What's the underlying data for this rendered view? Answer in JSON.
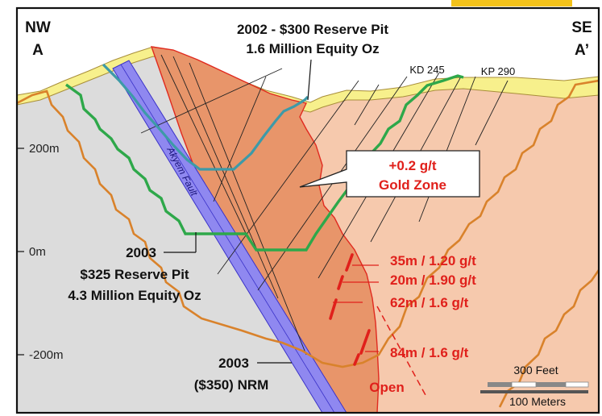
{
  "corners": {
    "nw_dir": "NW",
    "nw_label": "A",
    "se_dir": "SE",
    "se_label": "A’"
  },
  "pit_2002": {
    "line1": "2002 - $300 Reserve Pit",
    "line2": "1.6 Million Equity Oz"
  },
  "pit_2003": {
    "year": "2003",
    "line2": "$325 Reserve Pit",
    "line3": "4.3 Million Equity Oz"
  },
  "nrm_2003": {
    "year": "2003",
    "label": "($350) NRM"
  },
  "drillholes": [
    "KD 245",
    "KP 290"
  ],
  "gold_zone": {
    "grade": "+0.2 g/t",
    "label": "Gold Zone"
  },
  "fault_label": "Akyem Fault",
  "intercepts": [
    "35m / 1.20 g/t",
    "20m / 1.90 g/t",
    "62m / 1.6 g/t",
    "84m / 1.6 g/t"
  ],
  "open_label": "Open",
  "elevations": [
    "200m",
    "0m",
    "-200m"
  ],
  "scale": {
    "feet": "300 Feet",
    "meters": "100 Meters"
  },
  "colors": {
    "gold_zone_fill": "#e8956a",
    "altered_fill": "#f6c9ad",
    "host_rock_fill": "#dcdcdc",
    "overburden_fill": "#f7f08c",
    "fault_fill": "#8f88f0",
    "pit_2002_line": "#3d9aa8",
    "pit_2003_line": "#2ea84a",
    "nrm_line": "#d9822b",
    "intercept_text": "#e0201b",
    "frame": "#111111",
    "top_accent": "#f3c21a"
  }
}
